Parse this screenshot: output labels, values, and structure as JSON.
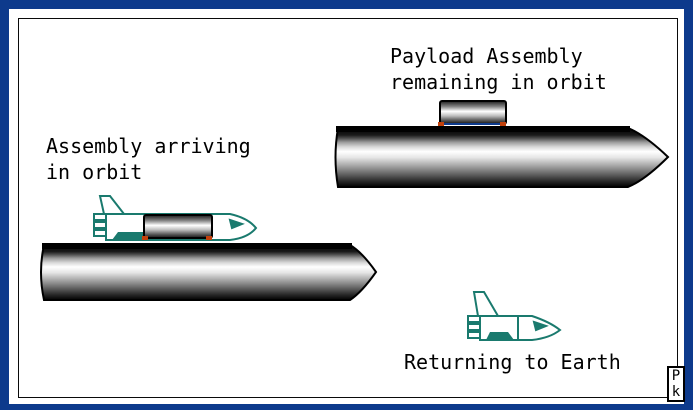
{
  "labels": {
    "payload_line1": "Payload Assembly",
    "payload_line2": "remaining in orbit",
    "arriving_line1": "Assembly arriving",
    "arriving_line2": "in orbit",
    "returning": "Returning to Earth"
  },
  "corner": {
    "char1": "P",
    "char2": "k"
  },
  "colors": {
    "frame": "#0d3a8c",
    "shuttle_outline": "#1a7a6e",
    "foot_accent": "#c2410c",
    "tank_dark": "#0a0a0a"
  },
  "icons": {
    "shuttle": "space-shuttle-icon",
    "tank": "external-tank-icon",
    "payload": "payload-module-icon"
  }
}
